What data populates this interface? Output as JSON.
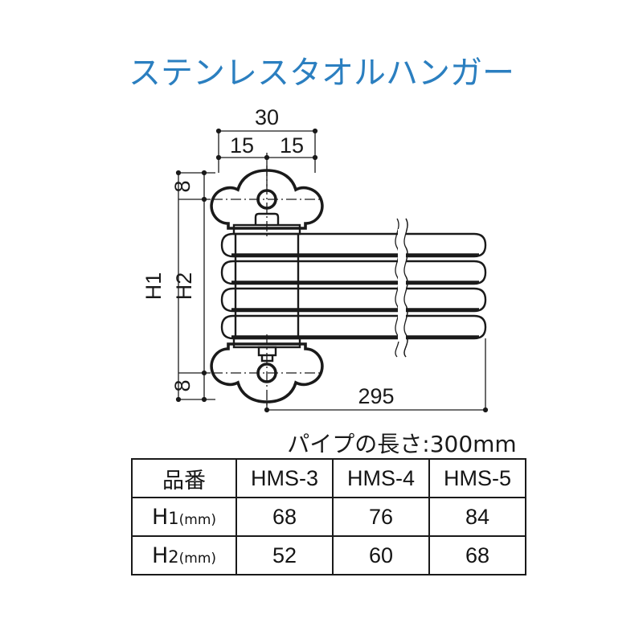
{
  "title": "ステンレスタオルハンガー",
  "title_color": "#2b7fc0",
  "drawing": {
    "dim_top_total": "30",
    "dim_top_left": "15",
    "dim_top_right": "15",
    "dim_vert_outer": "H1",
    "dim_vert_inner": "H2",
    "dim_edge_top": "8",
    "dim_edge_bottom": "8",
    "dim_depth": "295"
  },
  "note": {
    "pipe_length": "パイプの長さ:300mm"
  },
  "table": {
    "row_header_label": "品番",
    "row_h1_label": "H",
    "row_h1_sub": "1",
    "row_h1_unit": "(mm)",
    "row_h2_label": "H",
    "row_h2_sub": "2",
    "row_h2_unit": "(mm)",
    "models": [
      "HMS-3",
      "HMS-4",
      "HMS-5"
    ],
    "h1_values": [
      "68",
      "76",
      "84"
    ],
    "h2_values": [
      "52",
      "60",
      "68"
    ]
  }
}
